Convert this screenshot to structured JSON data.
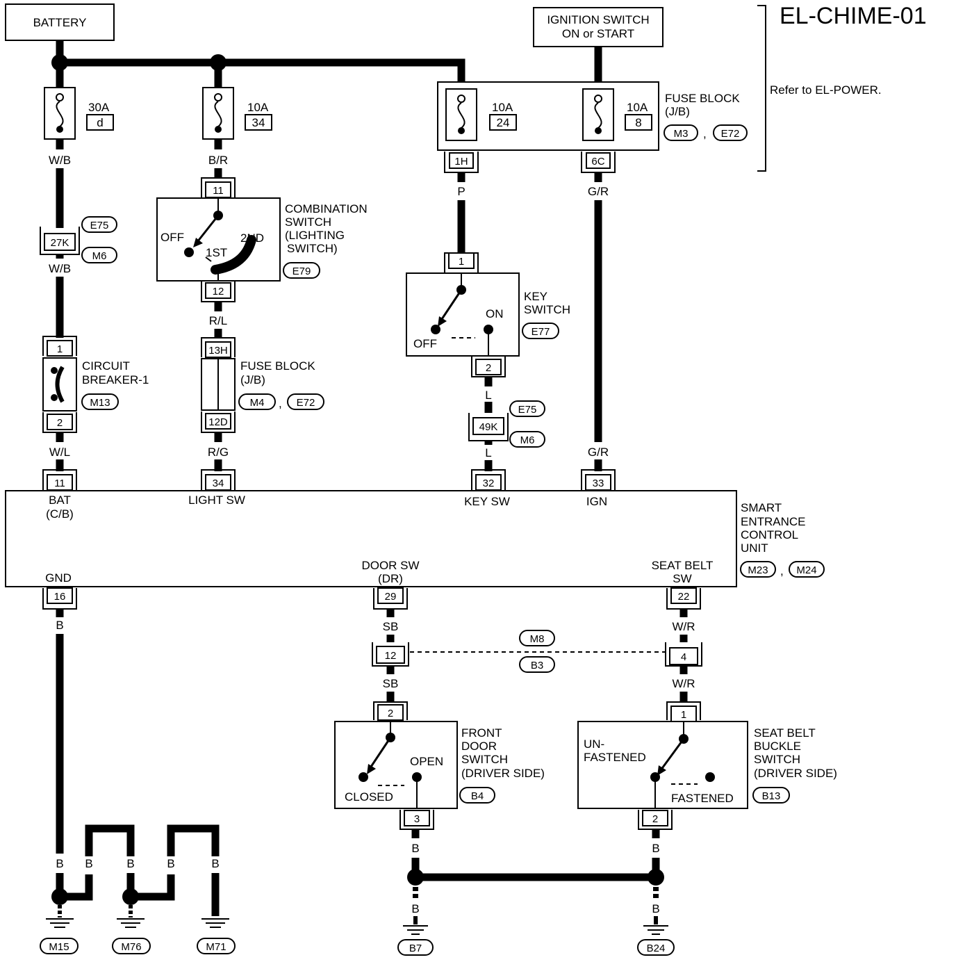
{
  "title": "EL-CHIME-01",
  "sources": {
    "battery": "BATTERY",
    "ignition_line1": "IGNITION SWITCH",
    "ignition_line2": "ON or START"
  },
  "note": "Refer to EL-POWER.",
  "fuses": [
    {
      "rating": "30A",
      "number": "d"
    },
    {
      "rating": "10A",
      "number": "34"
    },
    {
      "rating": "10A",
      "number": "24"
    },
    {
      "rating": "10A",
      "number": "8"
    }
  ],
  "fuse_block_top": {
    "line1": "FUSE BLOCK",
    "line2": "(J/B)",
    "conn1": "M3",
    "sep": ",",
    "conn2": "E72",
    "pin_left": "1H",
    "pin_right": "6C"
  },
  "combination_switch": {
    "line1": "COMBINATION",
    "line2": "SWITCH",
    "line3": "(LIGHTING",
    "line4": "SWITCH)",
    "conn": "E79",
    "pin_top": "11",
    "pin_bottom": "12",
    "pos_off": "OFF",
    "pos_1st": "1ST",
    "pos_2nd": "2ND"
  },
  "circuit_breaker": {
    "line1": "CIRCUIT",
    "line2": "BREAKER-1",
    "conn": "M13",
    "pin_top": "1",
    "pin_bottom": "2"
  },
  "fuse_block_mid": {
    "line1": "FUSE BLOCK",
    "line2": "(J/B)",
    "conn1": "M4",
    "sep": ",",
    "conn2": "E72",
    "pin_top": "13H",
    "pin_bottom": "12D"
  },
  "key_switch": {
    "line1": "KEY",
    "line2": "SWITCH",
    "conn": "E77",
    "pin_top": "1",
    "pin_bottom": "2",
    "pos_on": "ON",
    "pos_off": "OFF"
  },
  "joint_connectors": [
    {
      "pin": "27K",
      "conn1": "E75",
      "conn2": "M6"
    },
    {
      "pin": "49K",
      "conn1": "E75",
      "conn2": "M6"
    }
  ],
  "wire_colors": {
    "wb1": "W/B",
    "wb2": "W/B",
    "br": "B/R",
    "rl": "R/L",
    "wl": "W/L",
    "rg": "R/G",
    "p": "P",
    "l1": "L",
    "l2": "L",
    "gr1": "G/R",
    "gr2": "G/R",
    "gnd_b": "B",
    "sb1": "SB",
    "sb2": "SB",
    "wr1": "W/R",
    "wr2": "W/R",
    "b_m15": "B",
    "b_j1": "B",
    "b_m76": "B",
    "b_j2": "B",
    "b_m71": "B",
    "b_b7": "B",
    "b_b7g": "B",
    "b_b24": "B",
    "b_b24g": "B"
  },
  "control_unit": {
    "line1": "SMART",
    "line2": "ENTRANCE",
    "line3": "CONTROL",
    "line4": "UNIT",
    "conn1": "M23",
    "sep": ",",
    "conn2": "M24",
    "pins": {
      "bat": "11",
      "light": "34",
      "key": "32",
      "ign": "33",
      "gnd": "16",
      "door": "29",
      "seat": "22"
    },
    "terminals": {
      "bat_1": "BAT",
      "bat_2": "(C/B)",
      "light": "LIGHT SW",
      "key": "KEY SW",
      "ign": "IGN",
      "gnd": "GND",
      "door_1": "DOOR SW",
      "door_2": "(DR)",
      "seat_1": "SEAT BELT",
      "seat_2": "SW"
    }
  },
  "inline_connector": {
    "pin_left": "12",
    "pin_right": "4",
    "conn1": "M8",
    "conn2": "B3"
  },
  "door_switch": {
    "line1": "FRONT",
    "line2": "DOOR",
    "line3": "SWITCH",
    "line4": "(DRIVER SIDE)",
    "conn": "B4",
    "pin_top": "2",
    "pin_bottom": "3",
    "pos_open": "OPEN",
    "pos_closed": "CLOSED"
  },
  "seat_belt_switch": {
    "line1": "SEAT BELT",
    "line2": "BUCKLE",
    "line3": "SWITCH",
    "line4": "(DRIVER SIDE)",
    "conn": "B13",
    "pin_top": "1",
    "pin_bottom": "2",
    "pos_unf1": "UN-",
    "pos_unf2": "FASTENED",
    "pos_fast": "FASTENED"
  },
  "grounds": [
    "M15",
    "M76",
    "M71",
    "B7",
    "B24"
  ]
}
